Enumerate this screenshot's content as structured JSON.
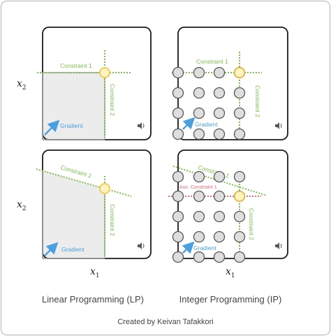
{
  "colors": {
    "background": "#ffffff",
    "frame_border": "#c8c8c8",
    "panel_border": "#1a1a1a",
    "constraint": "#7cbf4a",
    "aux_constraint": "#e0707a",
    "gradient": "#4a9fe0",
    "optimum_fill": "#fff3c4",
    "optimum_stroke": "#f2c94c",
    "grid_point_fill": "#dedede",
    "grid_point_stroke": "#555555",
    "feasible_fill": "#ececec",
    "text": "#444444"
  },
  "axes": {
    "x1": "x",
    "x1_sub": "1",
    "x2": "x",
    "x2_sub": "2"
  },
  "panels": {
    "lp_top": {
      "constraint1": "Constraint 1",
      "constraint2": "Constraint 2",
      "gradient": "Gradient"
    },
    "ip_top": {
      "constraint1": "Constraint 1",
      "constraint2": "Constraint 2",
      "gradient": "Gradient"
    },
    "lp_bottom": {
      "constraint1": "Constraint 1",
      "constraint2": "Constraint 2",
      "gradient": "Gradient"
    },
    "ip_bottom": {
      "constraint1": "Constraint 1",
      "aux_constraint1": "Aux. Constraint 1",
      "constraint2": "Constraint 2",
      "gradient": "Gradient"
    }
  },
  "captions": {
    "lp": "Linear Programming (LP)",
    "ip": "Integer Programming (IP)",
    "credit": "Created by Keivan Tafakkori"
  },
  "icons": {
    "panel_badge": "speaker-logo-icon"
  }
}
